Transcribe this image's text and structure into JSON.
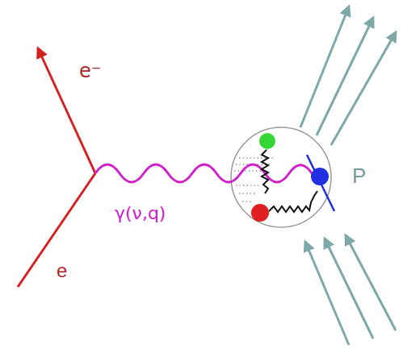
{
  "diagram": {
    "labels": [
      "e⁻",
      "e",
      "γ(ν,q)",
      "P"
    ]
  }
}
